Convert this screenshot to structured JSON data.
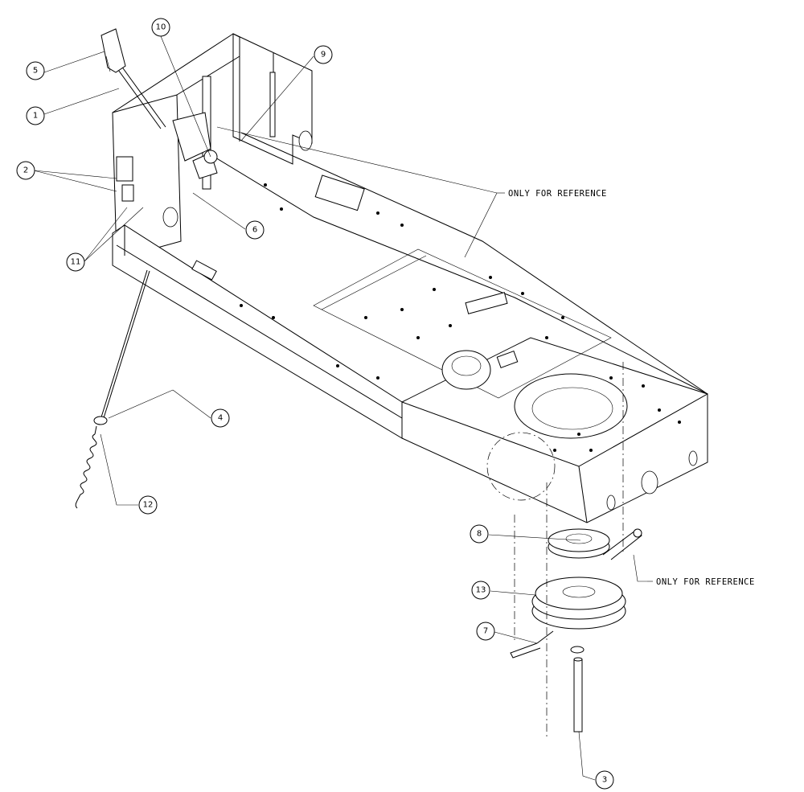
{
  "callouts": {
    "c5": "5",
    "c1": "1",
    "c10": "10",
    "c9": "9",
    "c2": "2",
    "c6": "6",
    "c11": "11",
    "c4": "4",
    "c12": "12",
    "c8": "8",
    "c13": "13",
    "c7": "7",
    "c3": "3"
  },
  "references": {
    "upper": "ONLY FOR REFERENCE",
    "lower": "ONLY FOR REFERENCE"
  }
}
